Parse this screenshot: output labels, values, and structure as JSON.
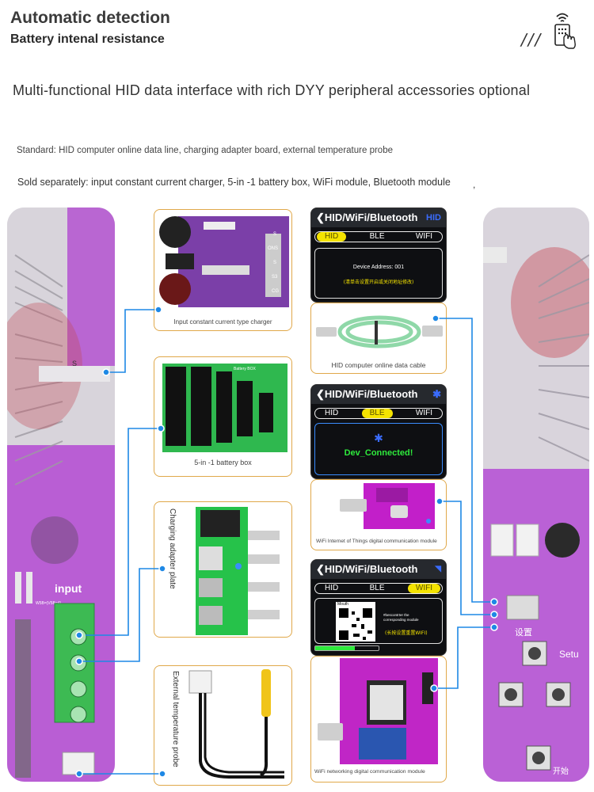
{
  "header": {
    "title": "Automatic detection",
    "subtitle": "Battery intenal resistance",
    "slashes": "///"
  },
  "tagline": "Multi-functional HID data interface with rich DYY peripheral accessories optional",
  "standard_text": "Standard: HID computer online data line, charging adapter board, external temperature probe",
  "sold_text": "Sold separately: input constant current charger, 5-in -1 battery box, WiFi module, Bluetooth module",
  "sold_suffix": ",",
  "left_board": {
    "s_label": "S",
    "input_label": "input",
    "small_text": "W5B=(V5B=4)"
  },
  "right_board": {
    "setup_label": "Setu",
    "zh_set": "设置",
    "zh_start": "开始"
  },
  "cards": {
    "charger": {
      "caption": "Input constant current type charger",
      "pins": [
        "S",
        "ONS",
        "S",
        "S3",
        "CG"
      ]
    },
    "battery_box": {
      "caption": "5-in -1 battery box",
      "board_label": "Battery BOX"
    },
    "charging_adapter": {
      "caption": "Charging adapter plate"
    },
    "temp_probe": {
      "caption": "External temperature probe"
    },
    "hid_cable": {
      "caption": "HID computer online data cable"
    },
    "wifi_iot": {
      "caption": "WiFi Internet of Things digital communication module"
    },
    "wifi_net": {
      "caption": "WiFi networking digital communication module"
    }
  },
  "screens": {
    "hid": {
      "title": "HID/WiFi/Bluetooth",
      "badge": "HID",
      "tabs": [
        "HID",
        "BLE",
        "WIFI"
      ],
      "active_tab": 0,
      "line1": "Device Address: 001",
      "line2": "(清单击设置开启或关闭地址修改)"
    },
    "ble": {
      "title": "HID/WiFi/Bluetooth",
      "tabs": [
        "HID",
        "BLE",
        "WIFI"
      ],
      "active_tab": 1,
      "status": "Dev_Connected!"
    },
    "wifi": {
      "title": "HID/WiFi/Bluetooth",
      "tabs": [
        "HID",
        "BLE",
        "WIFI"
      ],
      "active_tab": 2,
      "qr_label": "Mouth",
      "note1": "#bescontrter the",
      "note2": "corresponding module",
      "hint": "(长按设置重置WIFI)"
    }
  },
  "colors": {
    "accent_line": "#1e88e5",
    "card_border": "#e0a84a",
    "pcb_purple": "#b24bd1",
    "pcb_green": "#1fb34b",
    "tab_active": "#f4e300"
  }
}
